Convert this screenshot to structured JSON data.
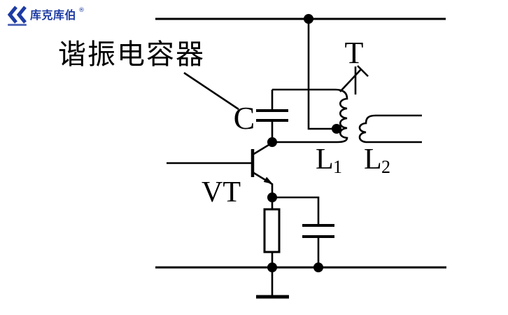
{
  "logo": {
    "brand": "库克库伯",
    "reg_mark": "®",
    "icon": "double-chevron-K-mark",
    "color": "#1d3ba3"
  },
  "annotation": {
    "resonant_capacitor": "谐振电容器"
  },
  "labels": {
    "transformer": "T",
    "capacitor": "C",
    "transistor": "VT",
    "l1_main": "L",
    "l1_sub": "1",
    "l2_main": "L",
    "l2_sub": "2"
  },
  "colors": {
    "wire": "#000000",
    "background": "#ffffff",
    "logo_blue": "#1d3ba3"
  }
}
